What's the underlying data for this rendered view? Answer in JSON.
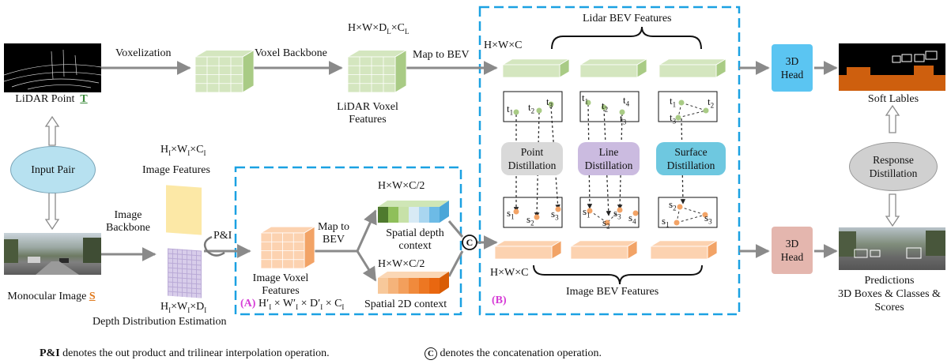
{
  "colors": {
    "lidar_green": "#d4e6bf",
    "lidar_green_side": "#a9cb85",
    "image_orange": "#fcd2b0",
    "image_orange_side": "#f2a366",
    "dashed_box": "#1ba1e2",
    "head_blue": "#5bc5f2",
    "head_red": "#e4b6ae",
    "point_distill": "#d9d9d9",
    "line_distill": "#cbbbe0",
    "surface_distill": "#6ec8e0",
    "input_pair": "#b7e1f0",
    "response_distill": "#d0d0d0",
    "image_features": "#fce8a6",
    "depth_distribution": "#d8cdea",
    "label_A": "#d63bd6",
    "label_B": "#d63bd6",
    "letter_underline": "#3a8a3a",
    "letter_S": "#e07a1e"
  },
  "inputs": {
    "lidar_point_label": "LiDAR Point",
    "lidar_letter": "T",
    "monocular_label": "Monocular Image",
    "monocular_letter": "S",
    "input_pair": "Input Pair"
  },
  "lidar_branch": {
    "voxelization": "Voxelization",
    "voxel_backbone": "Voxel Backbone",
    "voxel_dims": "H×W×D_L×C_L",
    "voxel_features": [
      "LiDAR Voxel",
      "Features"
    ],
    "map_to_bev": "Map to BEV",
    "bev_dims": "H×W×C",
    "bev_features": "Lidar BEV Features"
  },
  "image_branch": {
    "image_backbone": [
      "Image",
      "Backbone"
    ],
    "feature_dims": "H_I×W_I×C_I",
    "image_features": "Image Features",
    "pi": "P&I",
    "depth_dims": "H_I×W_I×D_I",
    "depth_estimation": "Depth Distribution Estimation",
    "voxel_features": [
      "Image Voxel",
      "Features"
    ],
    "voxel_dims": "H′_I × W′_I × D′_I × C_I",
    "map_to_bev": [
      "Map to",
      "BEV"
    ],
    "depth_ctx_dims": "H×W×C/2",
    "depth_ctx": [
      "Spatial depth",
      "context"
    ],
    "ctx2d_dims": "H×W×C/2",
    "ctx2d": "Spatial 2D context",
    "concat": "C",
    "bev_dims": "H×W×C",
    "bev_features": "Image BEV Features"
  },
  "distill": {
    "point": [
      "Point",
      "Distillation"
    ],
    "line": [
      "Line",
      "Distillation"
    ],
    "surface": [
      "Surface",
      "Distillation"
    ],
    "t_point": [
      "t1",
      "t2",
      "t3"
    ],
    "t_line": [
      "t1",
      "t2",
      "t3",
      "t4"
    ],
    "t_surface": [
      "t1",
      "t2",
      "t3"
    ],
    "s_point": [
      "s1",
      "s2",
      "s3"
    ],
    "s_line": [
      "s1",
      "s2",
      "s3",
      "s4"
    ],
    "s_surface": [
      "s1",
      "s2",
      "s3"
    ]
  },
  "heads": {
    "lidar_head": [
      "3D",
      "Head"
    ],
    "image_head": [
      "3D",
      "Head"
    ],
    "soft_labels": "Soft Lables",
    "response": [
      "Response",
      "Distillation"
    ],
    "predictions": [
      "Predictions",
      "3D Boxes & Classes &",
      "Scores"
    ]
  },
  "labels": {
    "A": "(A)",
    "B": "(B)"
  },
  "legend": {
    "pi_bold": "P&I",
    "pi_text": " denotes the out product and trilinear interpolation operation.",
    "c_symbol": "C",
    "c_text": " denotes the concatenation operation."
  }
}
